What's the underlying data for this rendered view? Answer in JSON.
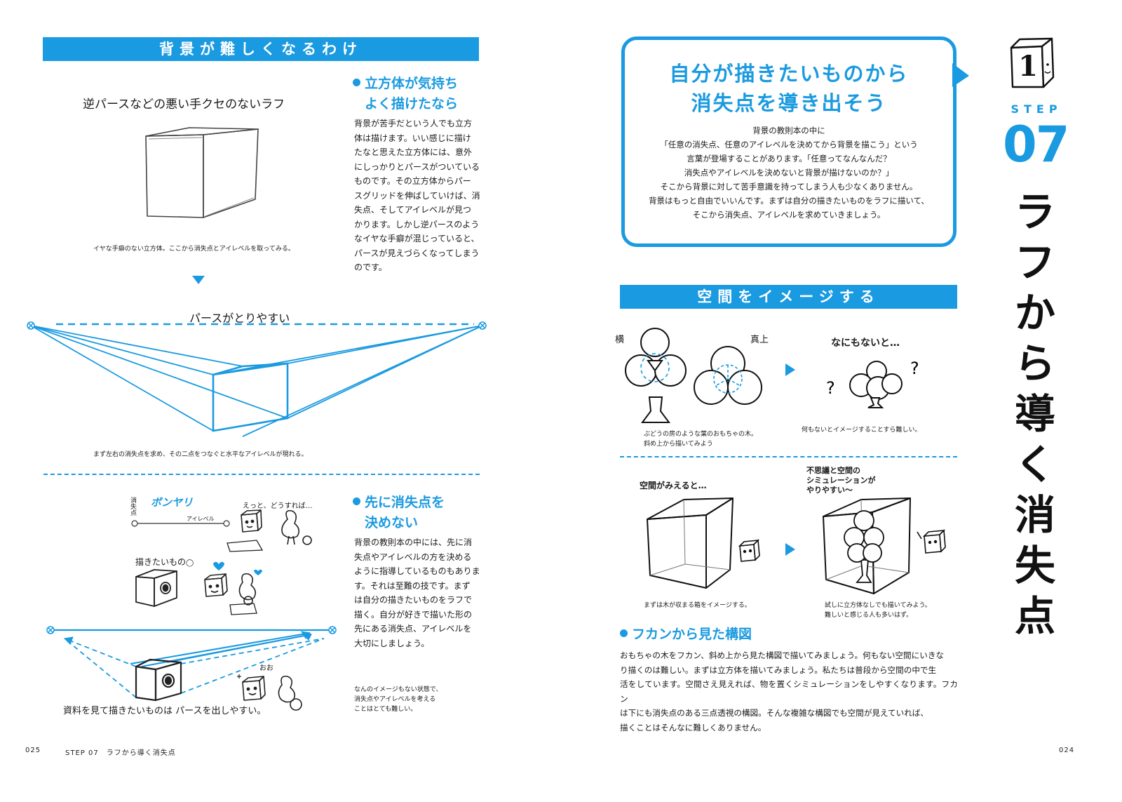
{
  "left_page": {
    "section_title": "背景が難しくなるわけ",
    "rough_label": "逆パースなどの悪い手クセのないラフ",
    "cube_caption": "イヤな手癖のない立方体。ここから消失点とアイレベルを取ってみる。",
    "perspective_label": "パースがとりやすい",
    "vp_caption": "まず左右の消失点を求め、その二点をつなぐと水平なアイレベルが現れる。",
    "heading1_line1": "立方体が気持ち",
    "heading1_line2": "よく描けたなら",
    "body1": [
      "背景が苦手だという人でも立方",
      "体は描けます。いい感じに描け",
      "たなと思えた立方体には、意外",
      "にしっかりとパースがついている",
      "ものです。その立方体からパー",
      "スグリッドを伸ばしていけば、消",
      "失点、そしてアイレベルが見つ",
      "かります。しかし逆パースのよう",
      "なイヤな手癖が混じっていると、",
      "パースが見えづらくなってしまう",
      "のです。"
    ],
    "vague_label": "ボンヤリ",
    "vp_vertical_label": "消失点",
    "eyelevel_label": "アイレベル",
    "confused_label": "えっと、どうすれば…",
    "wantdraw_label": "描きたいもの",
    "ooh_label": "おお",
    "reference_label": "資料を見て描きたいものは パースを出しやすい。",
    "heading2_line1": "先に消失点を",
    "heading2_line2": "決めない",
    "body2": [
      "背景の教則本の中には、先に消",
      "失点やアイレベルの方を決める",
      "ように指導しているものもありま",
      "す。それは至難の技です。まず",
      "は自分の描きたいものをラフで",
      "描く。自分が好きで描いた形の",
      "先にある消失点、アイレベルを",
      "大切にしましょう。"
    ],
    "side_caption": [
      "なんのイメージもない状態で、",
      "消失点やアイレベルを考える",
      "ことはとても難しい。"
    ],
    "page_number": "025",
    "footer_title": "STEP 07　ラフから導く消失点"
  },
  "right_page": {
    "intro_title_line1": "自分が描きたいものから",
    "intro_title_line2": "消失点を導き出そう",
    "intro_lines": [
      "背景の教則本の中に",
      "「任意の消失点、任意のアイレベルを決めてから背景を描こう」という",
      "言葉が登場することがあります。「任意ってなんなんだ？",
      "消失点やアイレベルを決めないと背景が描けないのか？」",
      "そこから背景に対して苦手意識を持ってしまう人も少なくありません。",
      "背景はもっと自由でいいんです。まずは自分の描きたいものをラフに描いて、",
      "そこから消失点、アイレベルを求めていきましょう。"
    ],
    "section_title": "空間をイメージする",
    "side_label": "横",
    "top_label": "真上",
    "nothing_label": "なにもないと…",
    "tree_caption": [
      "ぶどうの房のような葉のおもちゃの木。",
      "斜め上から描いてみよう"
    ],
    "nothing_caption": "何もないとイメージすることすら難しい。",
    "space_label": "空間がみえると…",
    "sim_label": [
      "不思議と空間の",
      "シミュレーションが",
      "やりやすい〜"
    ],
    "box_caption": "まずは木が収まる箱をイメージする。",
    "try_caption": [
      "試しに立方体なしでも描いてみよう。",
      "難しいと感じる人も多いはず。"
    ],
    "heading3": "フカンから見た構図",
    "body3": [
      "おもちゃの木をフカン、斜め上から見た構図で描いてみましょう。何もない空間にいきな",
      "り描くのは難しい。まずは立方体を描いてみましょう。私たちは普段から空間の中で生",
      "活をしています。空間さえ見えれば、物を置くシミュレーションをしやすくなります。フカン",
      "は下にも消失点のある三点透視の構図。そんな複雑な構図でも空間が見えていれば、",
      "描くことはそんなに難しくありません。"
    ],
    "step_word": "STEP",
    "step_number": "07",
    "icon_number": "1",
    "vertical_title": [
      "ラ",
      "フ",
      "か",
      "ら",
      "導",
      "く",
      "消",
      "失",
      "点"
    ],
    "page_number": "024"
  },
  "colors": {
    "accent": "#1a9ae0",
    "ink": "#1a1a1a"
  }
}
